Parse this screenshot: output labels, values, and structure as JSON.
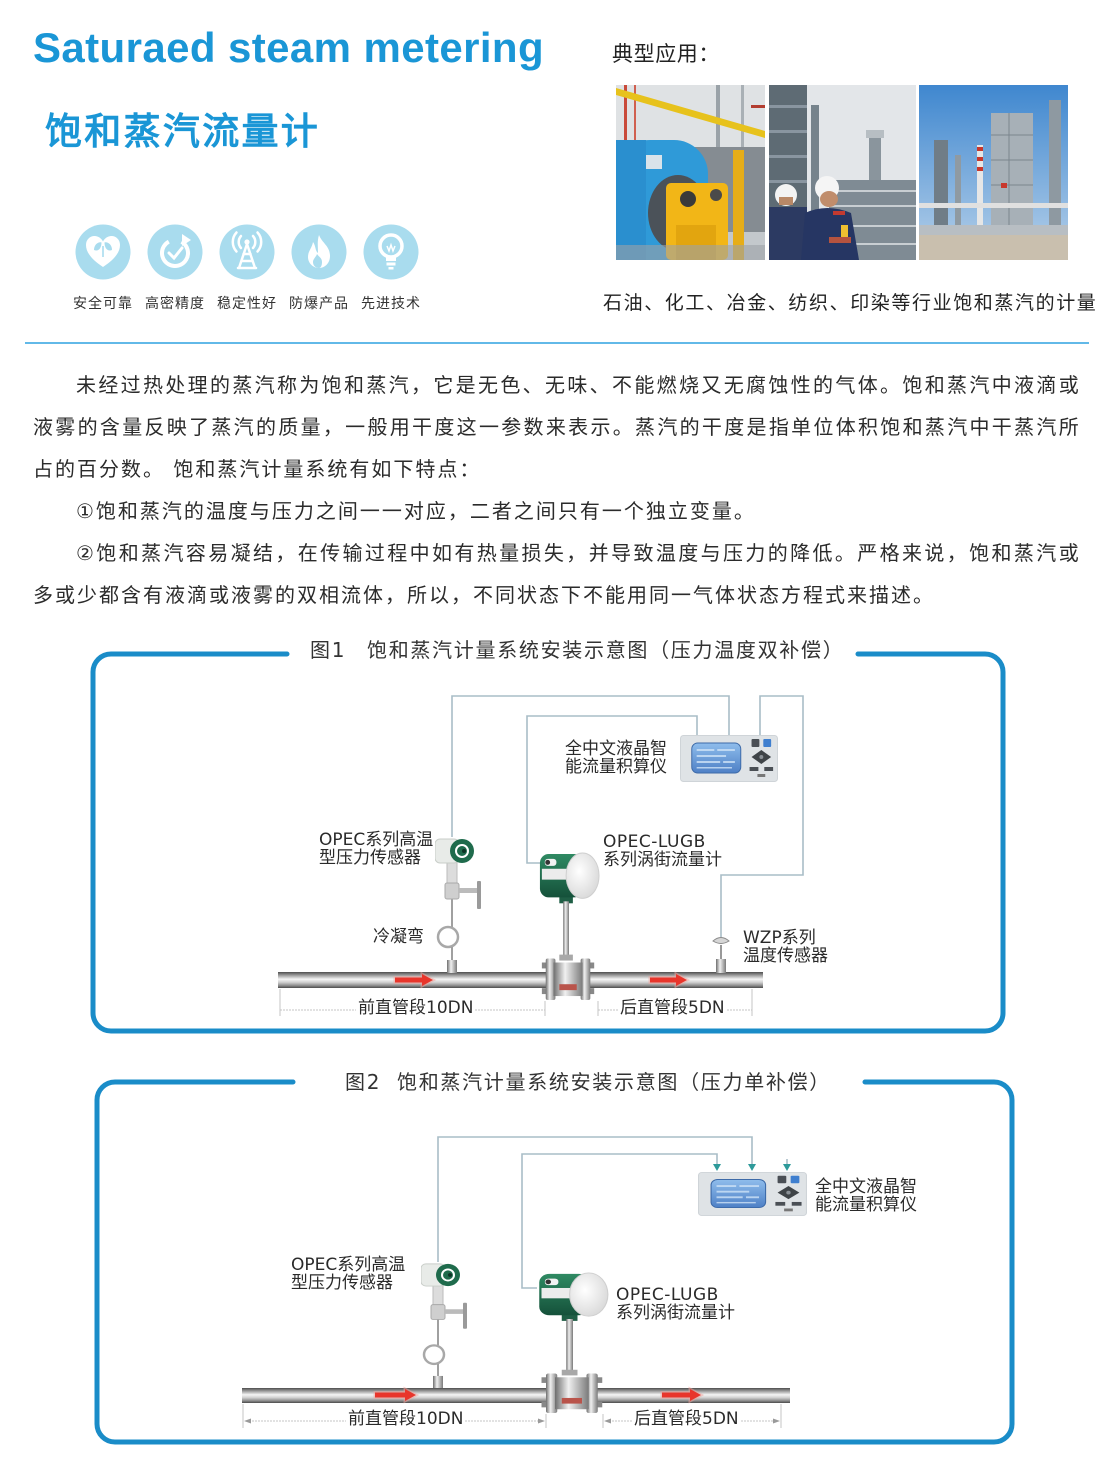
{
  "header": {
    "title_en": "Saturaed steam metering",
    "title_cn": "饱和蒸汽流量计"
  },
  "features": [
    {
      "icon": "heart-leaf-icon",
      "label": "安全可靠"
    },
    {
      "icon": "clock-refresh-icon",
      "label": "高密精度"
    },
    {
      "icon": "signal-tower-icon",
      "label": "稳定性好"
    },
    {
      "icon": "flame-icon",
      "label": "防爆产品"
    },
    {
      "icon": "light-bulb-icon",
      "label": "先进技术"
    }
  ],
  "applications": {
    "heading": "典型应用：",
    "photos": [
      "boiler-room-photo",
      "refinery-workers-photo",
      "refinery-plant-photo"
    ],
    "caption": "石油、化工、冶金、纺织、印染等行业饱和蒸汽的计量"
  },
  "body": {
    "paragraphs": [
      {
        "lines": [
          "未经过热处理的蒸汽称为饱和蒸汽，它是无色、无味、不能燃烧又无腐蚀性的气体。饱和蒸汽中液滴或",
          "液雾的含量反映了蒸汽的质量，一般用干度这一参数来表示。蒸汽的干度是指单位体积饱和蒸汽中干蒸汽所",
          "占的百分数。 饱和蒸汽计量系统有如下特点："
        ]
      },
      {
        "lines": [
          "①饱和蒸汽的温度与压力之间一一对应，二者之间只有一个独立变量。"
        ]
      },
      {
        "lines": [
          "②饱和蒸汽容易凝结，在传输过程中如有热量损失，并导致温度与压力的降低。严格来说，饱和蒸汽或",
          "多或少都含有液滴或液雾的双相流体，所以，不同状态下不能用同一气体状态方程式来描述。"
        ]
      }
    ]
  },
  "figures": [
    {
      "number": "图1",
      "title": "饱和蒸汽计量系统安装示意图（压力温度双补偿）",
      "integrator_label": [
        "全中文液晶智",
        "能流量积算仪"
      ],
      "pressure_sensor_label": [
        "OPEC系列高温",
        "型压力传感器"
      ],
      "flowmeter_label": [
        "OPEC-LUGB",
        "系列涡街流量计"
      ],
      "condenser_label": "冷凝弯",
      "temp_sensor_label": [
        "WZP系列",
        "温度传感器"
      ],
      "upstream_label": "前直管段10DN",
      "downstream_label": "后直管段5DN"
    },
    {
      "number": "图2",
      "title": "饱和蒸汽计量系统安装示意图（压力单补偿）",
      "integrator_label": [
        "全中文液晶智",
        "能流量积算仪"
      ],
      "pressure_sensor_label": [
        "OPEC系列高温",
        "型压力传感器"
      ],
      "flowmeter_label": [
        "OPEC-LUGB",
        "系列涡街流量计"
      ],
      "upstream_label": "前直管段10DN",
      "downstream_label": "后直管段5DN"
    }
  ],
  "colors": {
    "brand_blue": "#1a96d6",
    "frame_blue": "#1a8cc8",
    "icon_circle": "#a9dcee",
    "divider": "#62b9e8",
    "flow_arrow": "#e8352b",
    "signal_line": "#a9bdc7",
    "text": "#2b2b2b"
  }
}
